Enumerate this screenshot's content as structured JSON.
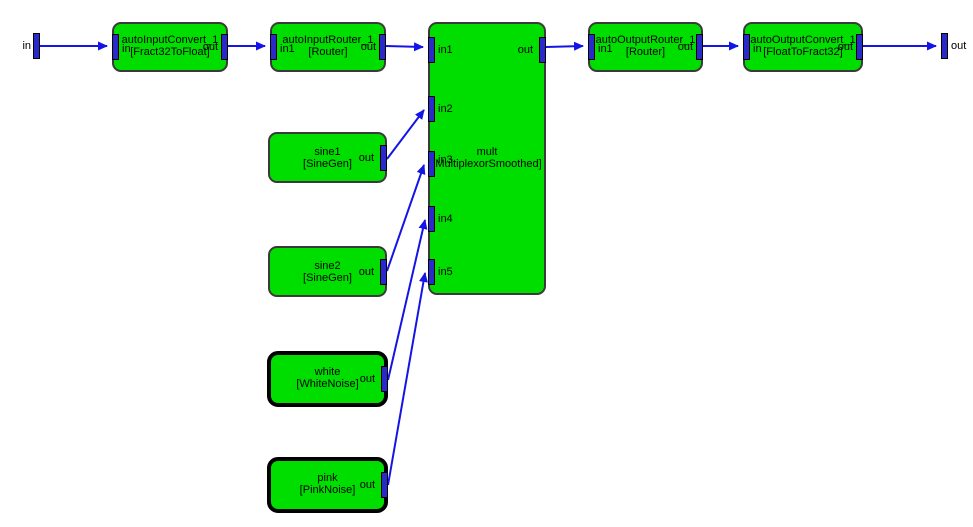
{
  "diagram": {
    "io": {
      "input_label": "in",
      "output_label": "out"
    },
    "blocks": {
      "autoInputConvert": {
        "title": "autoInputConvert_1",
        "subtitle": "[Fract32ToFloat]",
        "in_label": "in",
        "out_label": "out"
      },
      "autoInputRouter": {
        "title": "autoInputRouter_1",
        "subtitle": "[Router]",
        "in_label": "in1",
        "out_label": "out"
      },
      "mult": {
        "title": "mult",
        "subtitle": "[MultiplexorSmoothed]",
        "in_labels": [
          "in1",
          "in2",
          "in3",
          "in4",
          "in5"
        ],
        "out_label": "out"
      },
      "autoOutputRouter": {
        "title": "autoOutputRouter_1",
        "subtitle": "[Router]",
        "in_label": "in1",
        "out_label": "out"
      },
      "autoOutputConvert": {
        "title": "autoOutputConvert_1",
        "subtitle": "[FloatToFract32]",
        "in_label": "in",
        "out_label": "out"
      },
      "sine1": {
        "title": "sine1",
        "subtitle": "[SineGen]",
        "out_label": "out"
      },
      "sine2": {
        "title": "sine2",
        "subtitle": "[SineGen]",
        "out_label": "out"
      },
      "white": {
        "title": "white",
        "subtitle": "[WhiteNoise]",
        "out_label": "out",
        "selected": "true"
      },
      "pink": {
        "title": "pink",
        "subtitle": "[PinkNoise]",
        "out_label": "out",
        "selected": "true"
      }
    },
    "colors": {
      "block_fill": "#00de00",
      "block_border": "#3a3a3a",
      "selected_border": "#000000",
      "wire": "#1414e6",
      "pin_fill": "#2a2acb",
      "background": "#ffffff"
    }
  }
}
